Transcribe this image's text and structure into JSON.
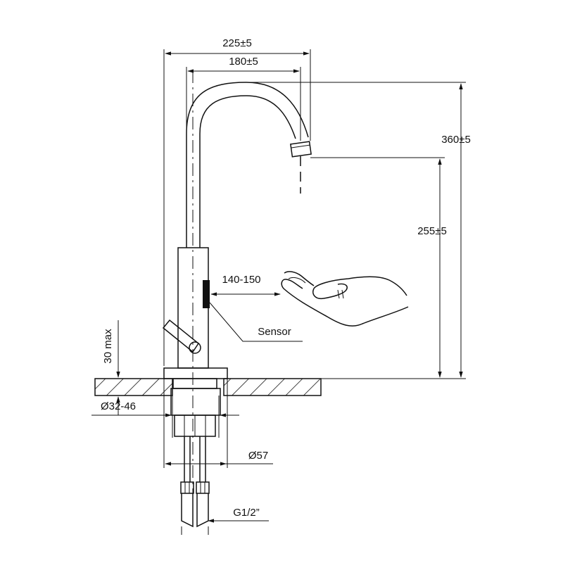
{
  "drawing": {
    "dimensions": {
      "overall_reach": "225±5",
      "spout_reach": "180±5",
      "total_height": "360±5",
      "outlet_height": "255±5",
      "sensor_distance": "140-150",
      "deck_thickness": "30 max",
      "hole_diameter": "Ø32-46",
      "flange_diameter": "Ø57",
      "connection_thread": "G1/2”"
    },
    "callouts": {
      "sensor": "Sensor"
    }
  }
}
